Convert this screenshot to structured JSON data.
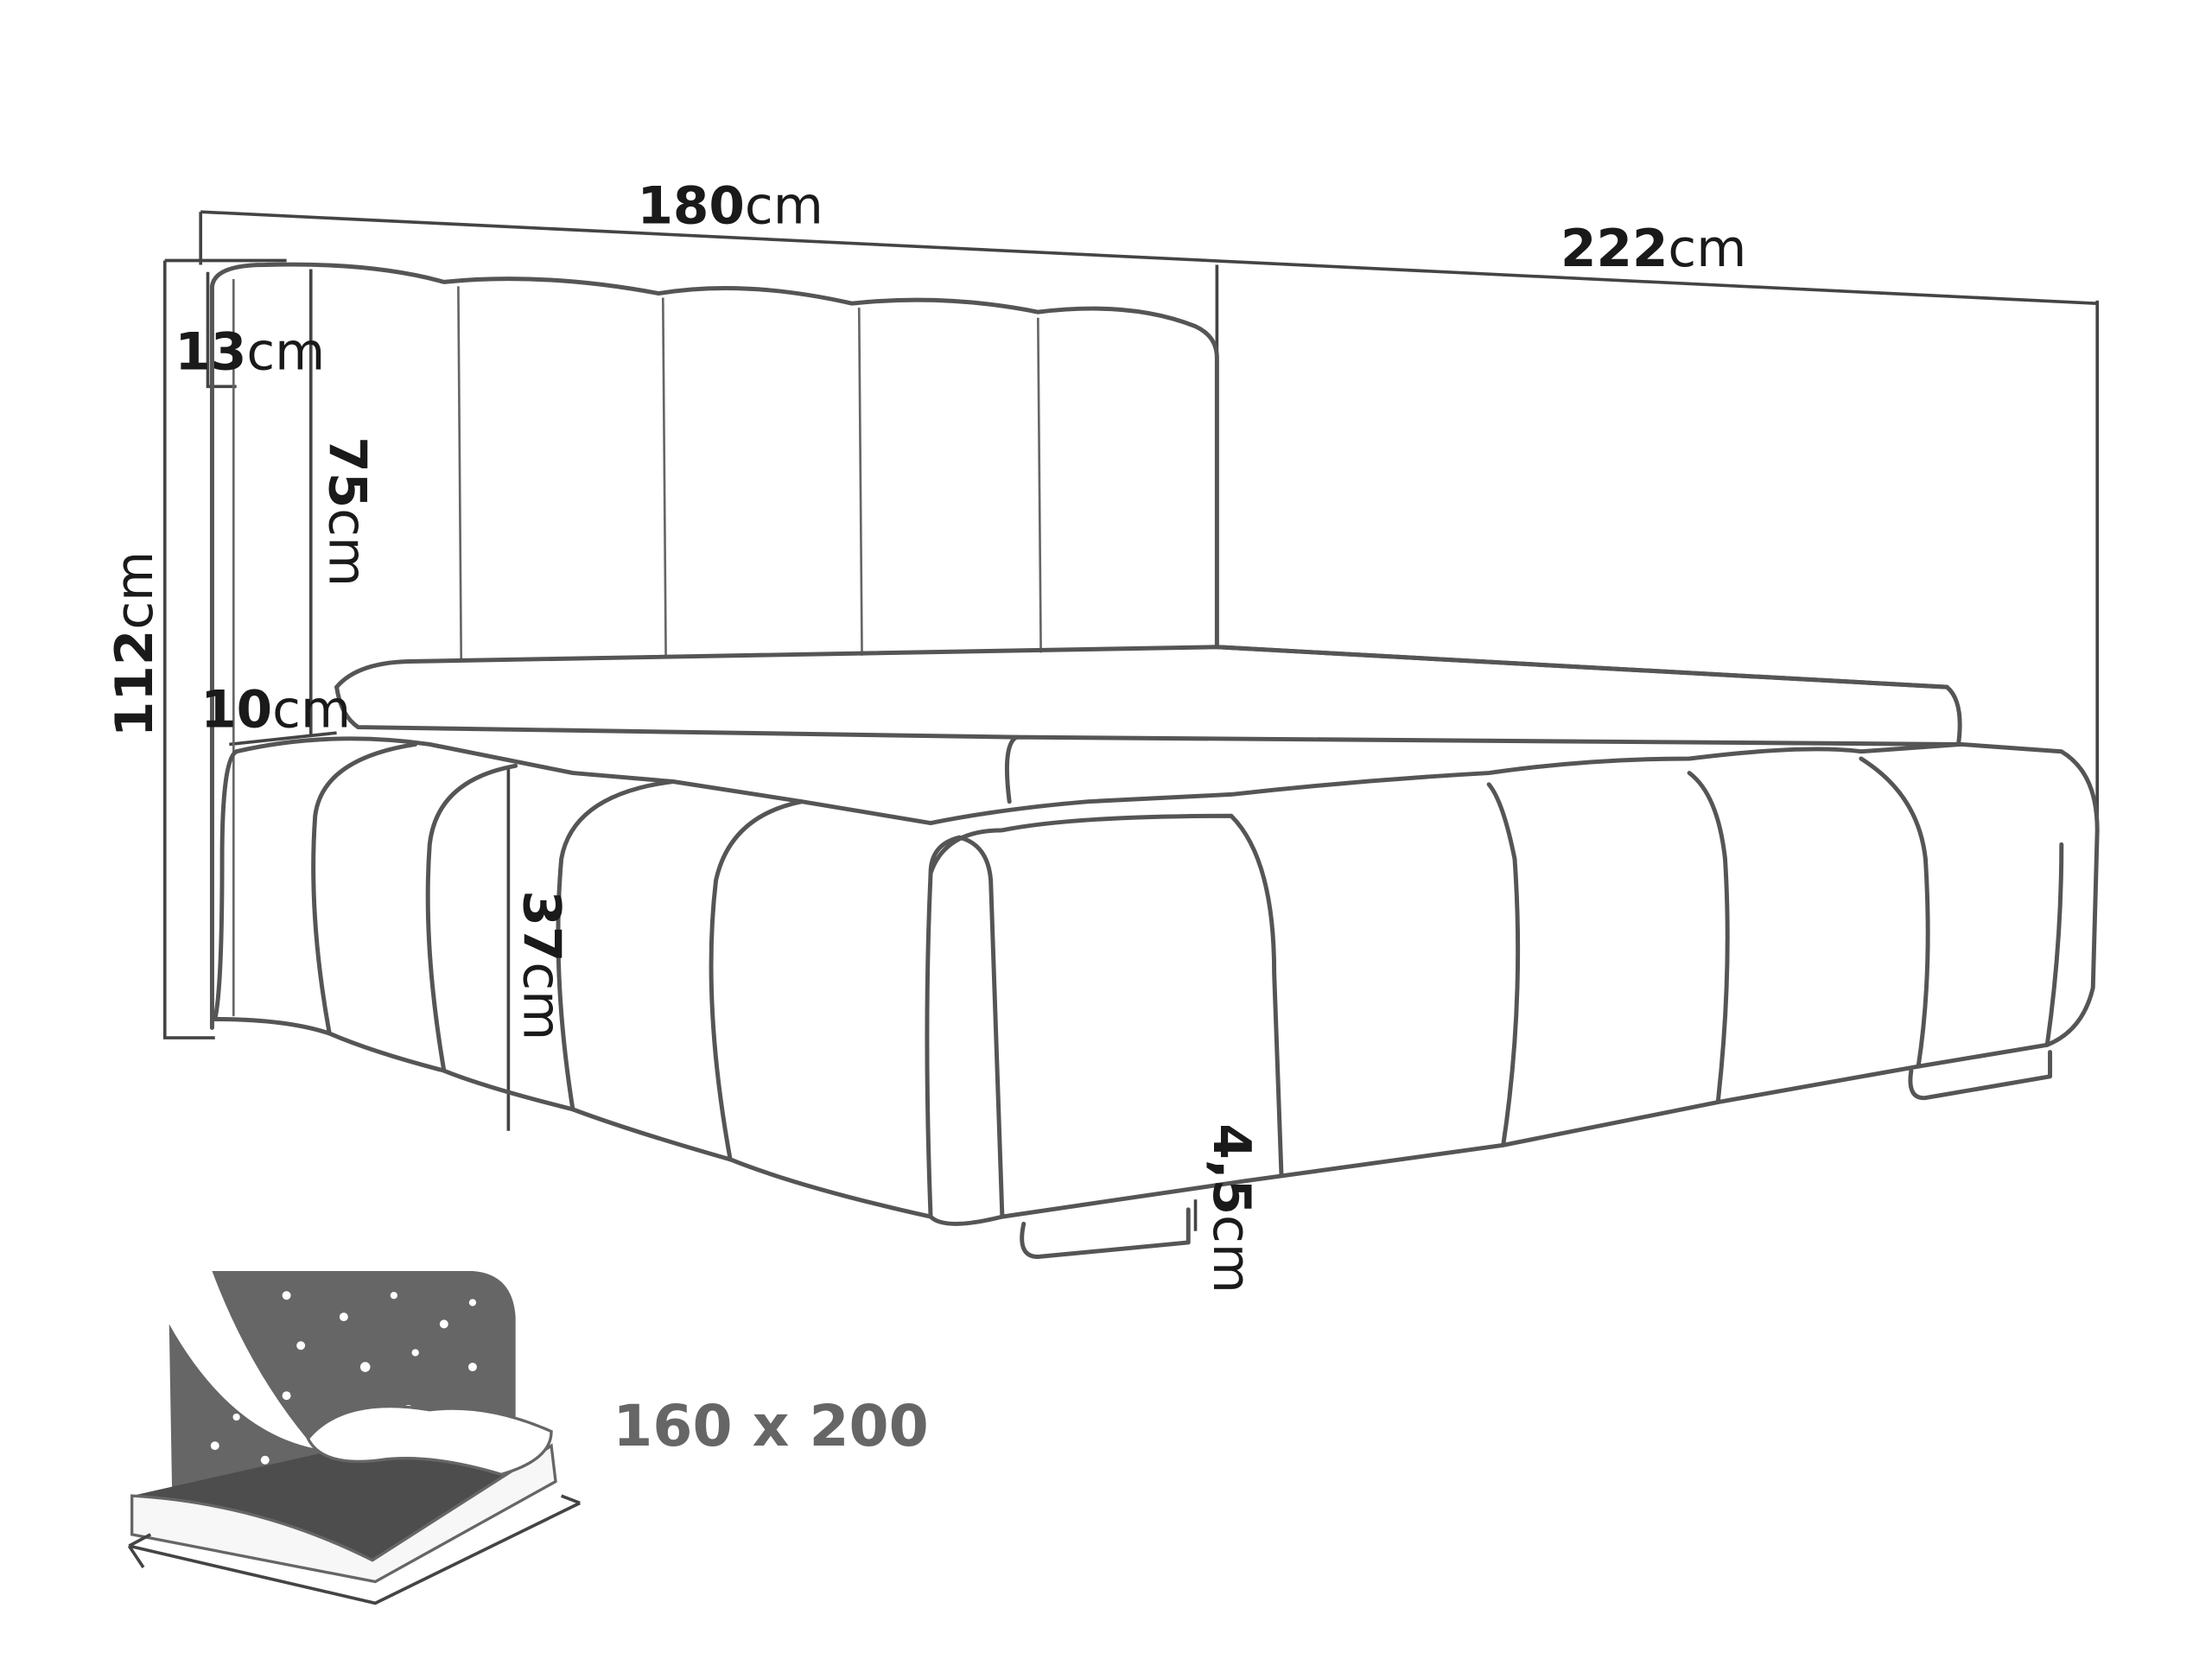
{
  "dimensions": {
    "width": {
      "value": "180",
      "unit": "cm"
    },
    "length": {
      "value": "222",
      "unit": "cm"
    },
    "total_height": {
      "value": "112",
      "unit": "cm"
    },
    "headboard_thickness": {
      "value": "13",
      "unit": "cm"
    },
    "headboard_height": {
      "value": "75",
      "unit": "cm"
    },
    "mattress_inset": {
      "value": "10",
      "unit": "cm"
    },
    "base_height": {
      "value": "37",
      "unit": "cm"
    },
    "leg_height": {
      "value": "4,5",
      "unit": "cm"
    }
  },
  "mattress_size": "160 x 200",
  "colors": {
    "line": "#555555",
    "icon": "#666666",
    "icon_dark": "#4d4d4d"
  }
}
